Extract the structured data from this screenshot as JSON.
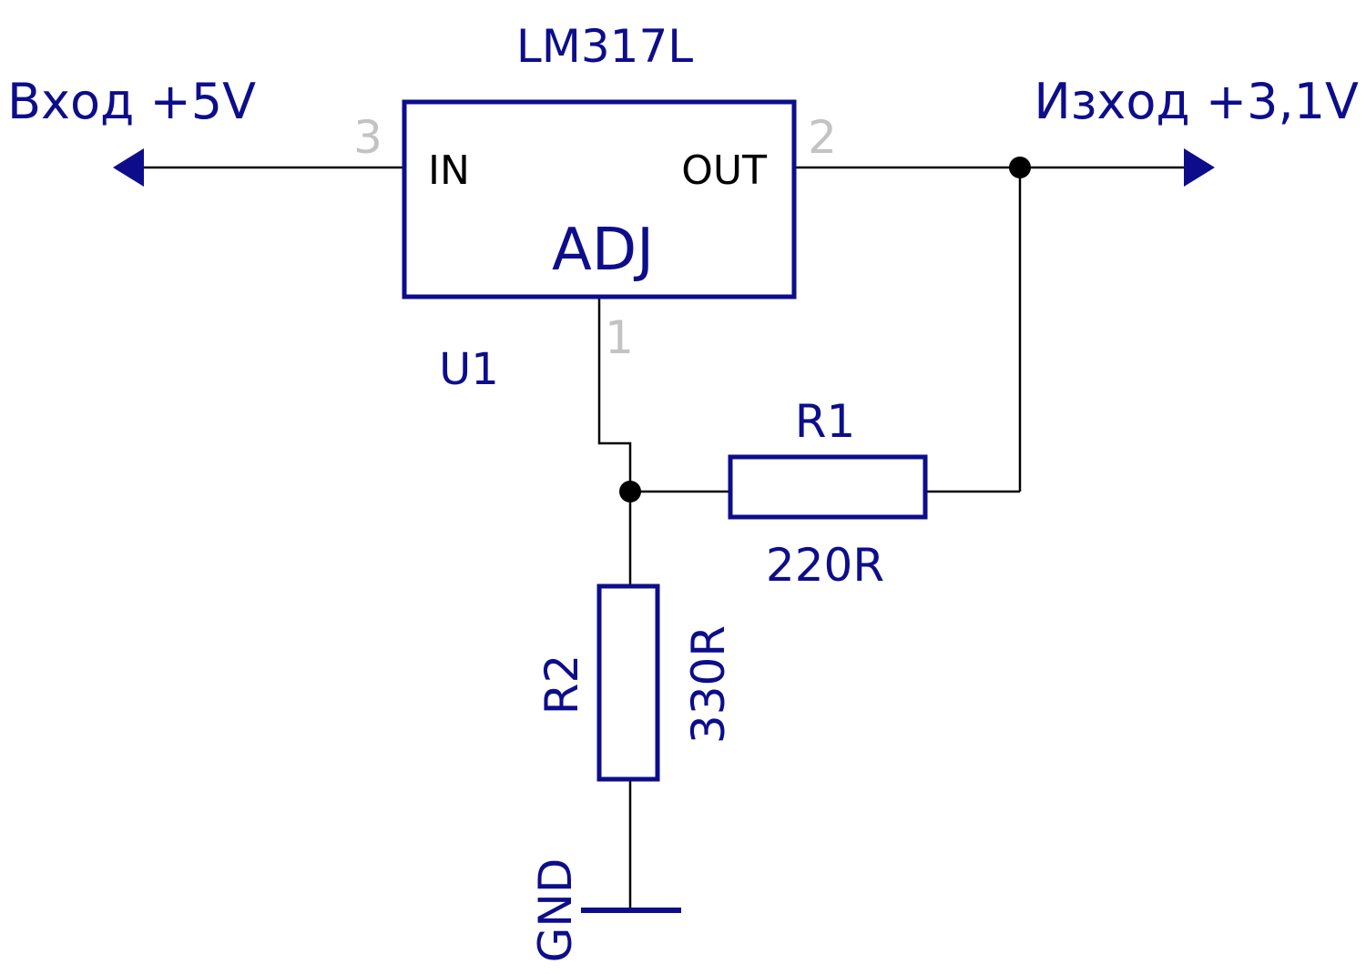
{
  "colors": {
    "component": "#0d0d8c",
    "wire": "#000000",
    "pin_number": "#c3c3c3",
    "background": "#ffffff"
  },
  "ports": {
    "input_label": "Вход +5V",
    "output_label": "Изход +3,1V"
  },
  "u1": {
    "part": "LM317L",
    "designator": "U1",
    "pin_in_label": "IN",
    "pin_out_label": "OUT",
    "pin_adj_label": "ADJ",
    "pin_in_number": "3",
    "pin_out_number": "2",
    "pin_adj_number": "1"
  },
  "r1": {
    "designator": "R1",
    "value": "220R"
  },
  "r2": {
    "designator": "R2",
    "value": "330R"
  },
  "ground": {
    "label": "GND"
  }
}
